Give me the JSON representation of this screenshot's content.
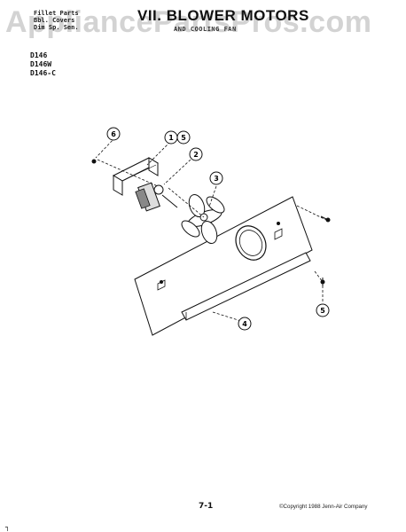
{
  "header": {
    "left_lines": [
      "Fillet Parts",
      "Bbl. Covers",
      "Dim Sp. Sen."
    ],
    "title": "VII. BLOWER MOTORS",
    "subtitle": "AND COOLING FAN"
  },
  "models": [
    "D146",
    "D146W",
    "D146-C"
  ],
  "watermark": "AppliancePartsPros.com",
  "callouts": [
    {
      "id": "c6a",
      "label": "6"
    },
    {
      "id": "c1",
      "label": "1"
    },
    {
      "id": "c5a",
      "label": "5"
    },
    {
      "id": "c2",
      "label": "2"
    },
    {
      "id": "c3",
      "label": "3"
    },
    {
      "id": "c4",
      "label": "4"
    },
    {
      "id": "c5b",
      "label": "5"
    }
  ],
  "footer": {
    "page_number": "7-1",
    "copyright": "©Copyright 1988 Jenn-Air Company",
    "corner_mark": "┐"
  }
}
